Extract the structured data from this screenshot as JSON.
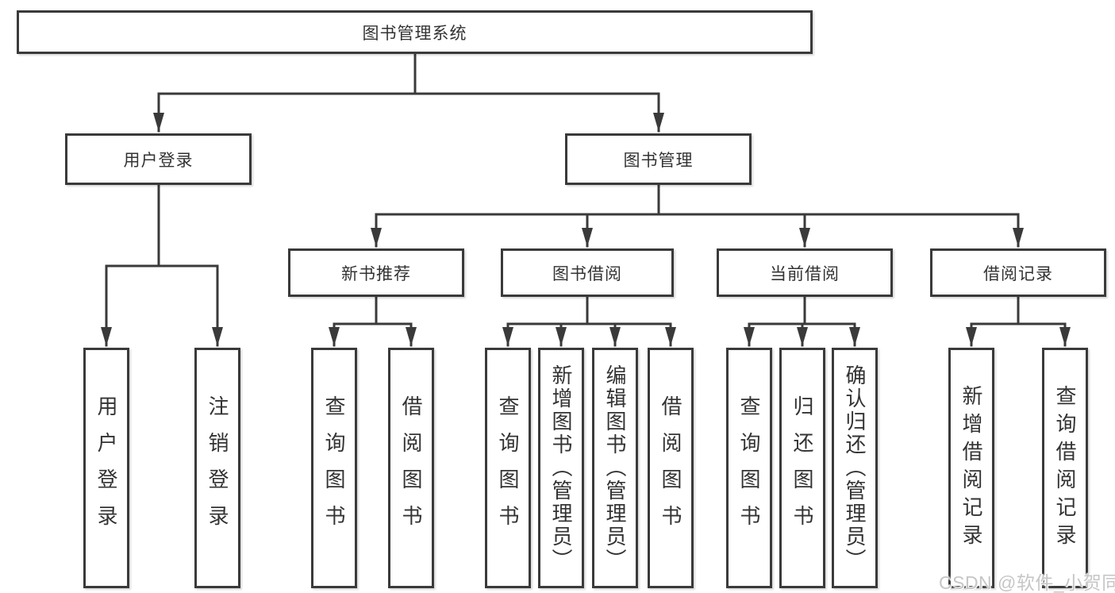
{
  "colors": {
    "line": "#3a3a3a",
    "text": "#333333",
    "box_background": "#ffffff",
    "page_background": "#ffffff",
    "watermark_text_color": "#c6c6c6"
  },
  "tree": {
    "root": "图书管理系统",
    "branches": [
      {
        "label": "用户登录",
        "leaves": [
          "用户登录",
          "注销登录"
        ]
      },
      {
        "label": "图书管理",
        "groups": [
          {
            "label": "新书推荐",
            "leaves": [
              "查询图书",
              "借阅图书"
            ]
          },
          {
            "label": "图书借阅",
            "leaves": [
              "查询图书",
              "新增图书（管理员）",
              "编辑图书（管理员）",
              "借阅图书"
            ]
          },
          {
            "label": "当前借阅",
            "leaves": [
              "查询图书",
              "归还图书",
              "确认归还（管理员）"
            ]
          },
          {
            "label": "借阅记录",
            "leaves": [
              "新增借阅记录",
              "查询借阅记录"
            ]
          }
        ]
      }
    ]
  },
  "watermark": {
    "text": "CSDN @软件_小贺同学"
  }
}
